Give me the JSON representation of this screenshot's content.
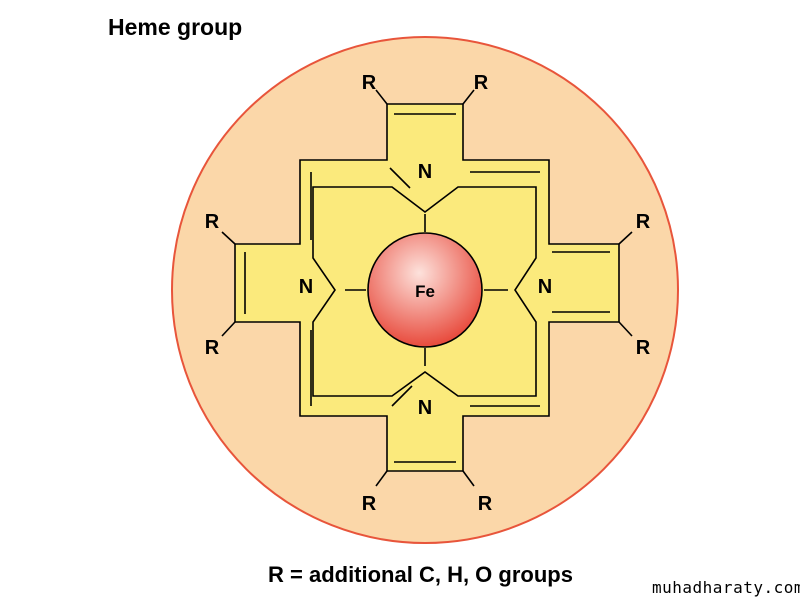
{
  "title": "Heme group",
  "caption": "R = additional C, H, O groups",
  "watermark": "muhadharaty.com",
  "labels": {
    "metal": "Fe",
    "nitrogen": "N",
    "substituent": "R"
  },
  "colors": {
    "outer_circle_fill": "#fbd7a9",
    "outer_circle_stroke": "#e8553b",
    "ring_fill": "#fbea7c",
    "iron_fill_center": "#fde2dc",
    "iron_fill_edge": "#e84a3c"
  }
}
